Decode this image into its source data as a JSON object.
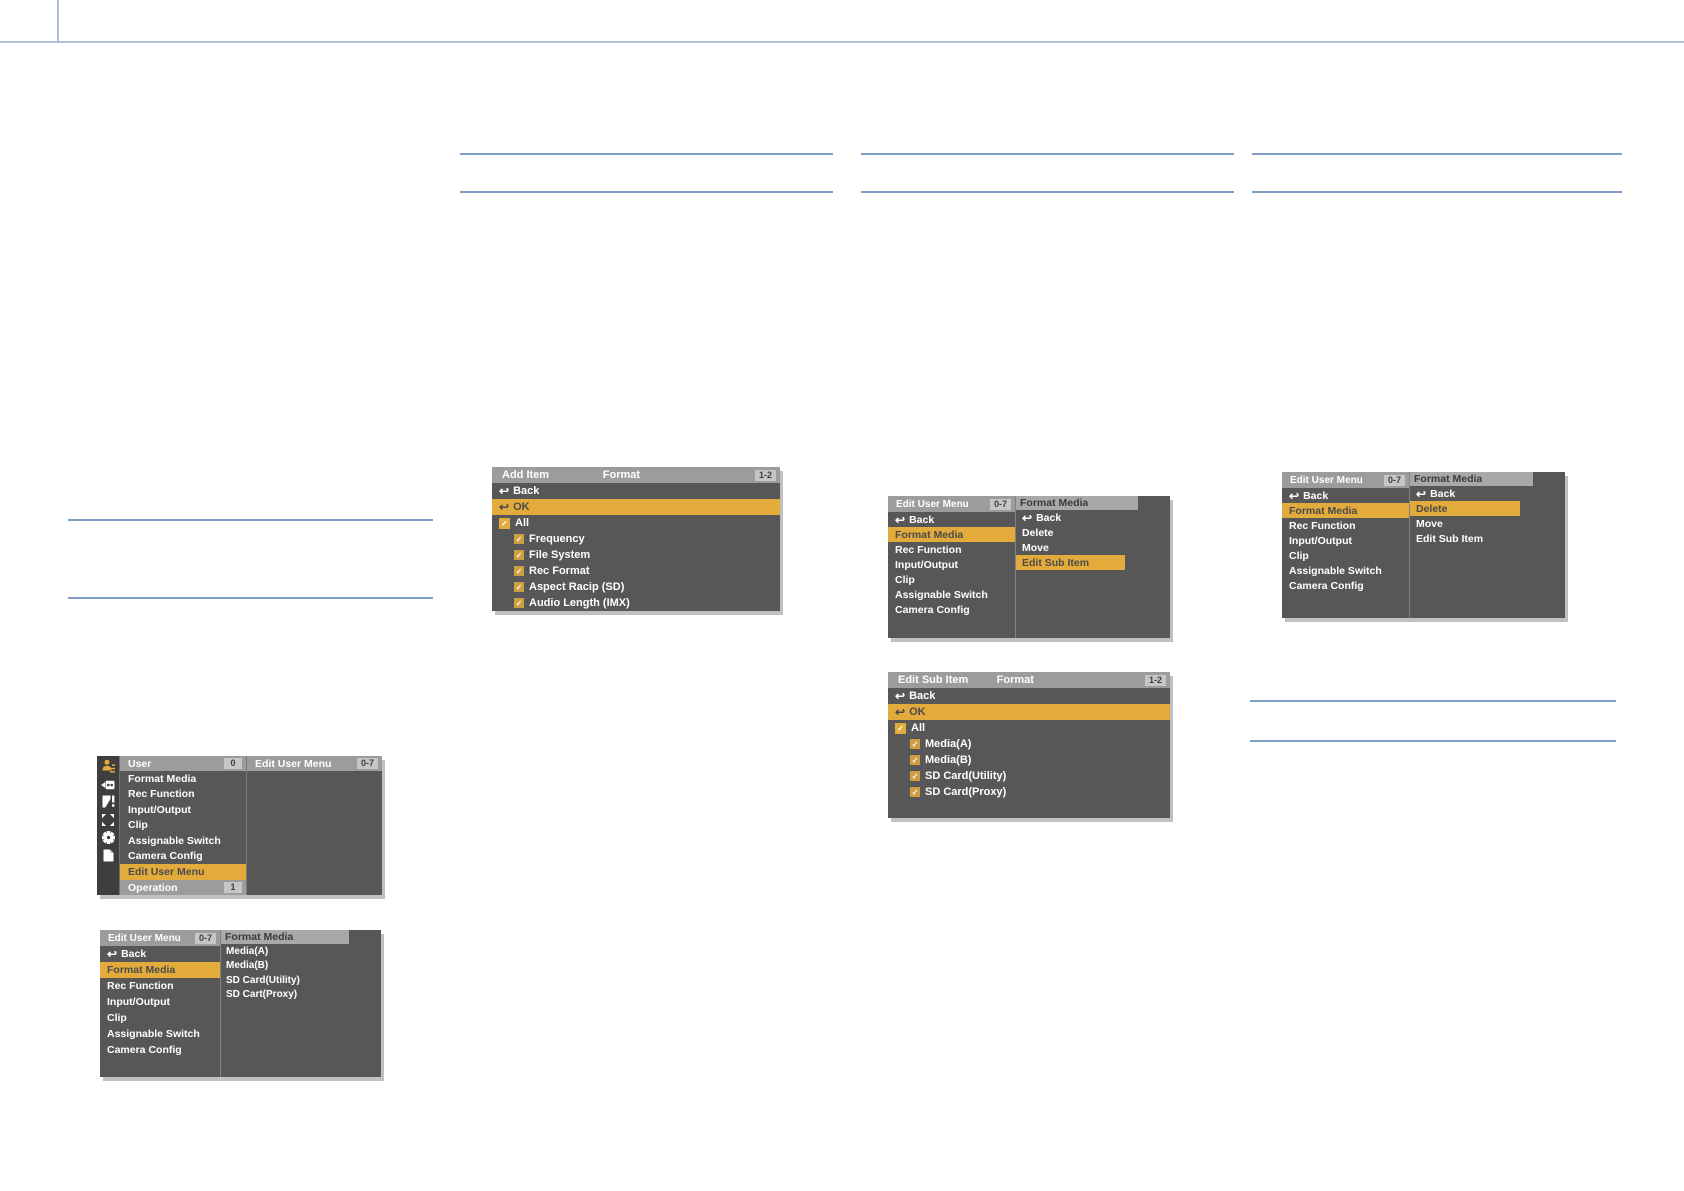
{
  "colors": {
    "highlight": "#e2ab3c",
    "menu_background": "#575757",
    "menu_header": "#9c9c9c",
    "rule_blue": "#7f9fc6"
  },
  "screens": {
    "user": {
      "title": "User",
      "title_badge": "0",
      "items": [
        "Format Media",
        "Rec Function",
        "Input/Output",
        "Clip",
        "Assignable Switch",
        "Camera Config",
        "Edit User Menu"
      ],
      "selected_item": "Edit User Menu",
      "footer": "Operation",
      "footer_badge": "1",
      "right_title": "Edit User Menu",
      "right_badge": "0-7",
      "sidebar_icons": [
        "user-icon",
        "media-icon",
        "edit-icon",
        "expand-icon",
        "gear-icon",
        "file-icon"
      ]
    },
    "edit_user_menu_1": {
      "title": "Edit User Menu",
      "badge": "0-7",
      "back": "Back",
      "items": [
        "Format Media",
        "Rec Function",
        "Input/Output",
        "Clip",
        "Assignable Switch",
        "Camera Config"
      ],
      "selected_item": "Format Media",
      "right_title": "Format Media",
      "right_items": [
        "Media(A)",
        "Media(B)",
        "SD Card(Utility)",
        "SD Cart(Proxy)"
      ]
    },
    "add_item": {
      "title": "Add Item",
      "subtitle": "Format",
      "badge": "1-2",
      "back": "Back",
      "ok": "OK",
      "all": "All",
      "selected_item": "OK",
      "checkbox_items": [
        "Frequency",
        "File System",
        "Rec Format",
        "Aspect Racip (SD)",
        "Audio Length (IMX)"
      ]
    },
    "edit_user_menu_2": {
      "title": "Edit User Menu",
      "badge": "0-7",
      "back": "Back",
      "items": [
        "Format Media",
        "Rec Function",
        "Input/Output",
        "Clip",
        "Assignable Switch",
        "Camera Config"
      ],
      "selected_item": "Format Media",
      "right_title": "Format Media",
      "right_back": "Back",
      "right_items": [
        "Delete",
        "Move",
        "Edit Sub Item"
      ],
      "right_selected": "Edit Sub Item"
    },
    "edit_sub_item": {
      "title": "Edit Sub Item",
      "subtitle": "Format",
      "badge": "1-2",
      "back": "Back",
      "ok": "OK",
      "all": "All",
      "selected_item": "OK",
      "checkbox_items": [
        "Media(A)",
        "Media(B)",
        "SD Card(Utility)",
        "SD Card(Proxy)"
      ]
    },
    "edit_user_menu_3": {
      "title": "Edit User Menu",
      "badge": "0-7",
      "back": "Back",
      "items": [
        "Format Media",
        "Rec Function",
        "Input/Output",
        "Clip",
        "Assignable Switch",
        "Camera Config"
      ],
      "selected_item": "Format Media",
      "right_title": "Format Media",
      "right_back": "Back",
      "right_items": [
        "Delete",
        "Move",
        "Edit Sub Item"
      ],
      "right_selected": "Delete"
    }
  }
}
